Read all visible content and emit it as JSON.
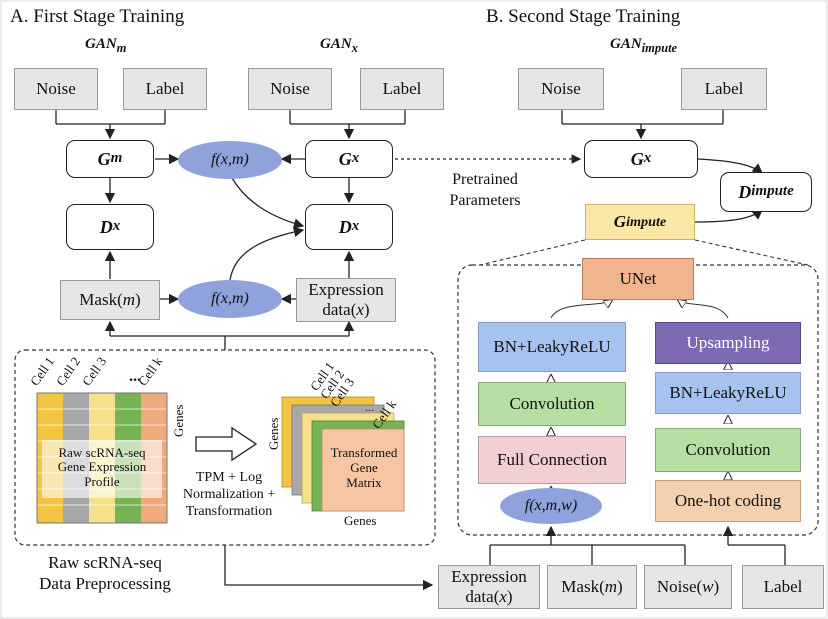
{
  "sectionA": {
    "title": "A. First Stage Training"
  },
  "sectionB": {
    "title": "B. Second Stage Training"
  },
  "gan_m": {
    "base": "GAN",
    "sub": "m"
  },
  "gan_x": {
    "base": "GAN",
    "sub": "x"
  },
  "gan_impute": {
    "base": "GAN",
    "sub": "impute"
  },
  "labels": {
    "noise": "Noise",
    "label": "Label",
    "g_base": "G",
    "d_base": "D",
    "sub_m": "m",
    "sub_x": "x",
    "sub_impute": "impute",
    "fxm": "f(x,m)",
    "fxmw": "f(x,m,w)",
    "mask_m_prefix": "Mask(",
    "mask_m_var": "m",
    "mask_m_suffix": ")",
    "expression_line1": "Expression",
    "expression_line2_prefix": "data(",
    "expression_line2_var": "x",
    "expression_line2_suffix": ")",
    "pretrained_line1": "Pretrained",
    "pretrained_line2": "Parameters",
    "unet": "UNet",
    "bn_leaky": "BN+LeakyReLU",
    "convolution": "Convolution",
    "full_connection": "Full Connection",
    "upsampling": "Upsampling",
    "onehot": "One-hot coding",
    "noise_w_prefix": "Noise(",
    "noise_w_var": "w",
    "noise_w_suffix": ")"
  },
  "preprocess": {
    "cells": [
      "Cell 1",
      "Cell 2",
      "Cell 3",
      "...",
      "Cell k"
    ],
    "genes": "Genes",
    "raw_profile": [
      "Raw scRNA-seq",
      "Gene Expression",
      "Profile"
    ],
    "transformed": [
      "Transformed",
      "Gene",
      "Matrix"
    ],
    "tpm": [
      "TPM + Log",
      "Normalization +",
      "Transformation"
    ],
    "caption": [
      "Raw scRNA-seq",
      "Data Preprocessing"
    ]
  },
  "colors": {
    "gray_box": "#e6e6e6",
    "ellipse": "#8fa2dc",
    "blue": "#a6c3ef",
    "green": "#b8dfa3",
    "pink": "#f2cfd2",
    "purple": "#7e6ab2",
    "orange": "#f4d1ae",
    "unet": "#f0b48e",
    "yellow": "#fbe7a6",
    "matrix_cols": [
      "#f5c342",
      "#a8a8a8",
      "#f7e08a",
      "#76b352",
      "#f0a97a"
    ]
  }
}
